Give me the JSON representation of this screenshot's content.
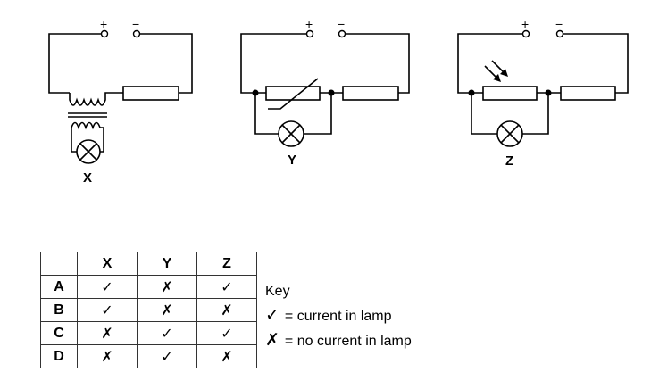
{
  "circuits": {
    "terminal_plus": "+",
    "terminal_minus": "−",
    "labels": [
      "X",
      "Y",
      "Z"
    ]
  },
  "table": {
    "headers": [
      "",
      "X",
      "Y",
      "Z"
    ],
    "rows": [
      {
        "label": "A",
        "cells": [
          "✓",
          "✗",
          "✓"
        ]
      },
      {
        "label": "B",
        "cells": [
          "✓",
          "✗",
          "✗"
        ]
      },
      {
        "label": "C",
        "cells": [
          "✗",
          "✓",
          "✓"
        ]
      },
      {
        "label": "D",
        "cells": [
          "✗",
          "✓",
          "✗"
        ]
      }
    ]
  },
  "key": {
    "title": "Key",
    "tick_symbol": "✓",
    "tick_text": "= current in lamp",
    "cross_symbol": "✗",
    "cross_text": "= no current in lamp"
  }
}
